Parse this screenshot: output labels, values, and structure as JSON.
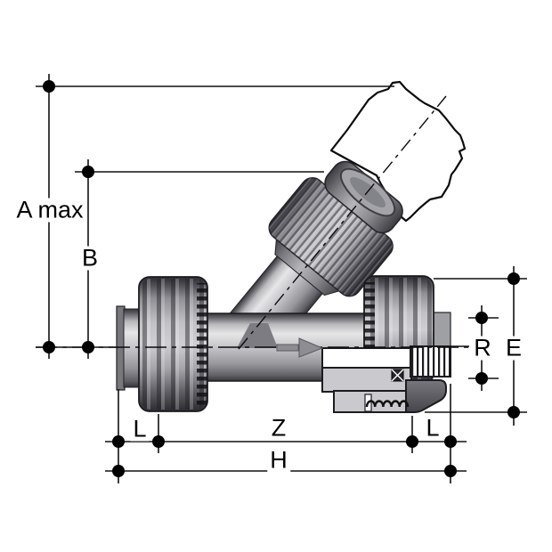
{
  "drawing": {
    "title": "valve-dimension-drawing",
    "dimension_labels": {
      "a_max": "A max",
      "b": "B",
      "r": "R",
      "e": "E",
      "l_left": "L",
      "z": "Z",
      "l_right": "L",
      "h": "H"
    },
    "icons": {
      "flow_arrow": "flow-direction-arrow"
    },
    "colors": {
      "background": "#ffffff",
      "line": "#111111",
      "body_grey": "#b9b9bd",
      "nut_grey": "#8f8f94",
      "section_grey": "#cacace",
      "dark_grey": "#606066"
    }
  }
}
